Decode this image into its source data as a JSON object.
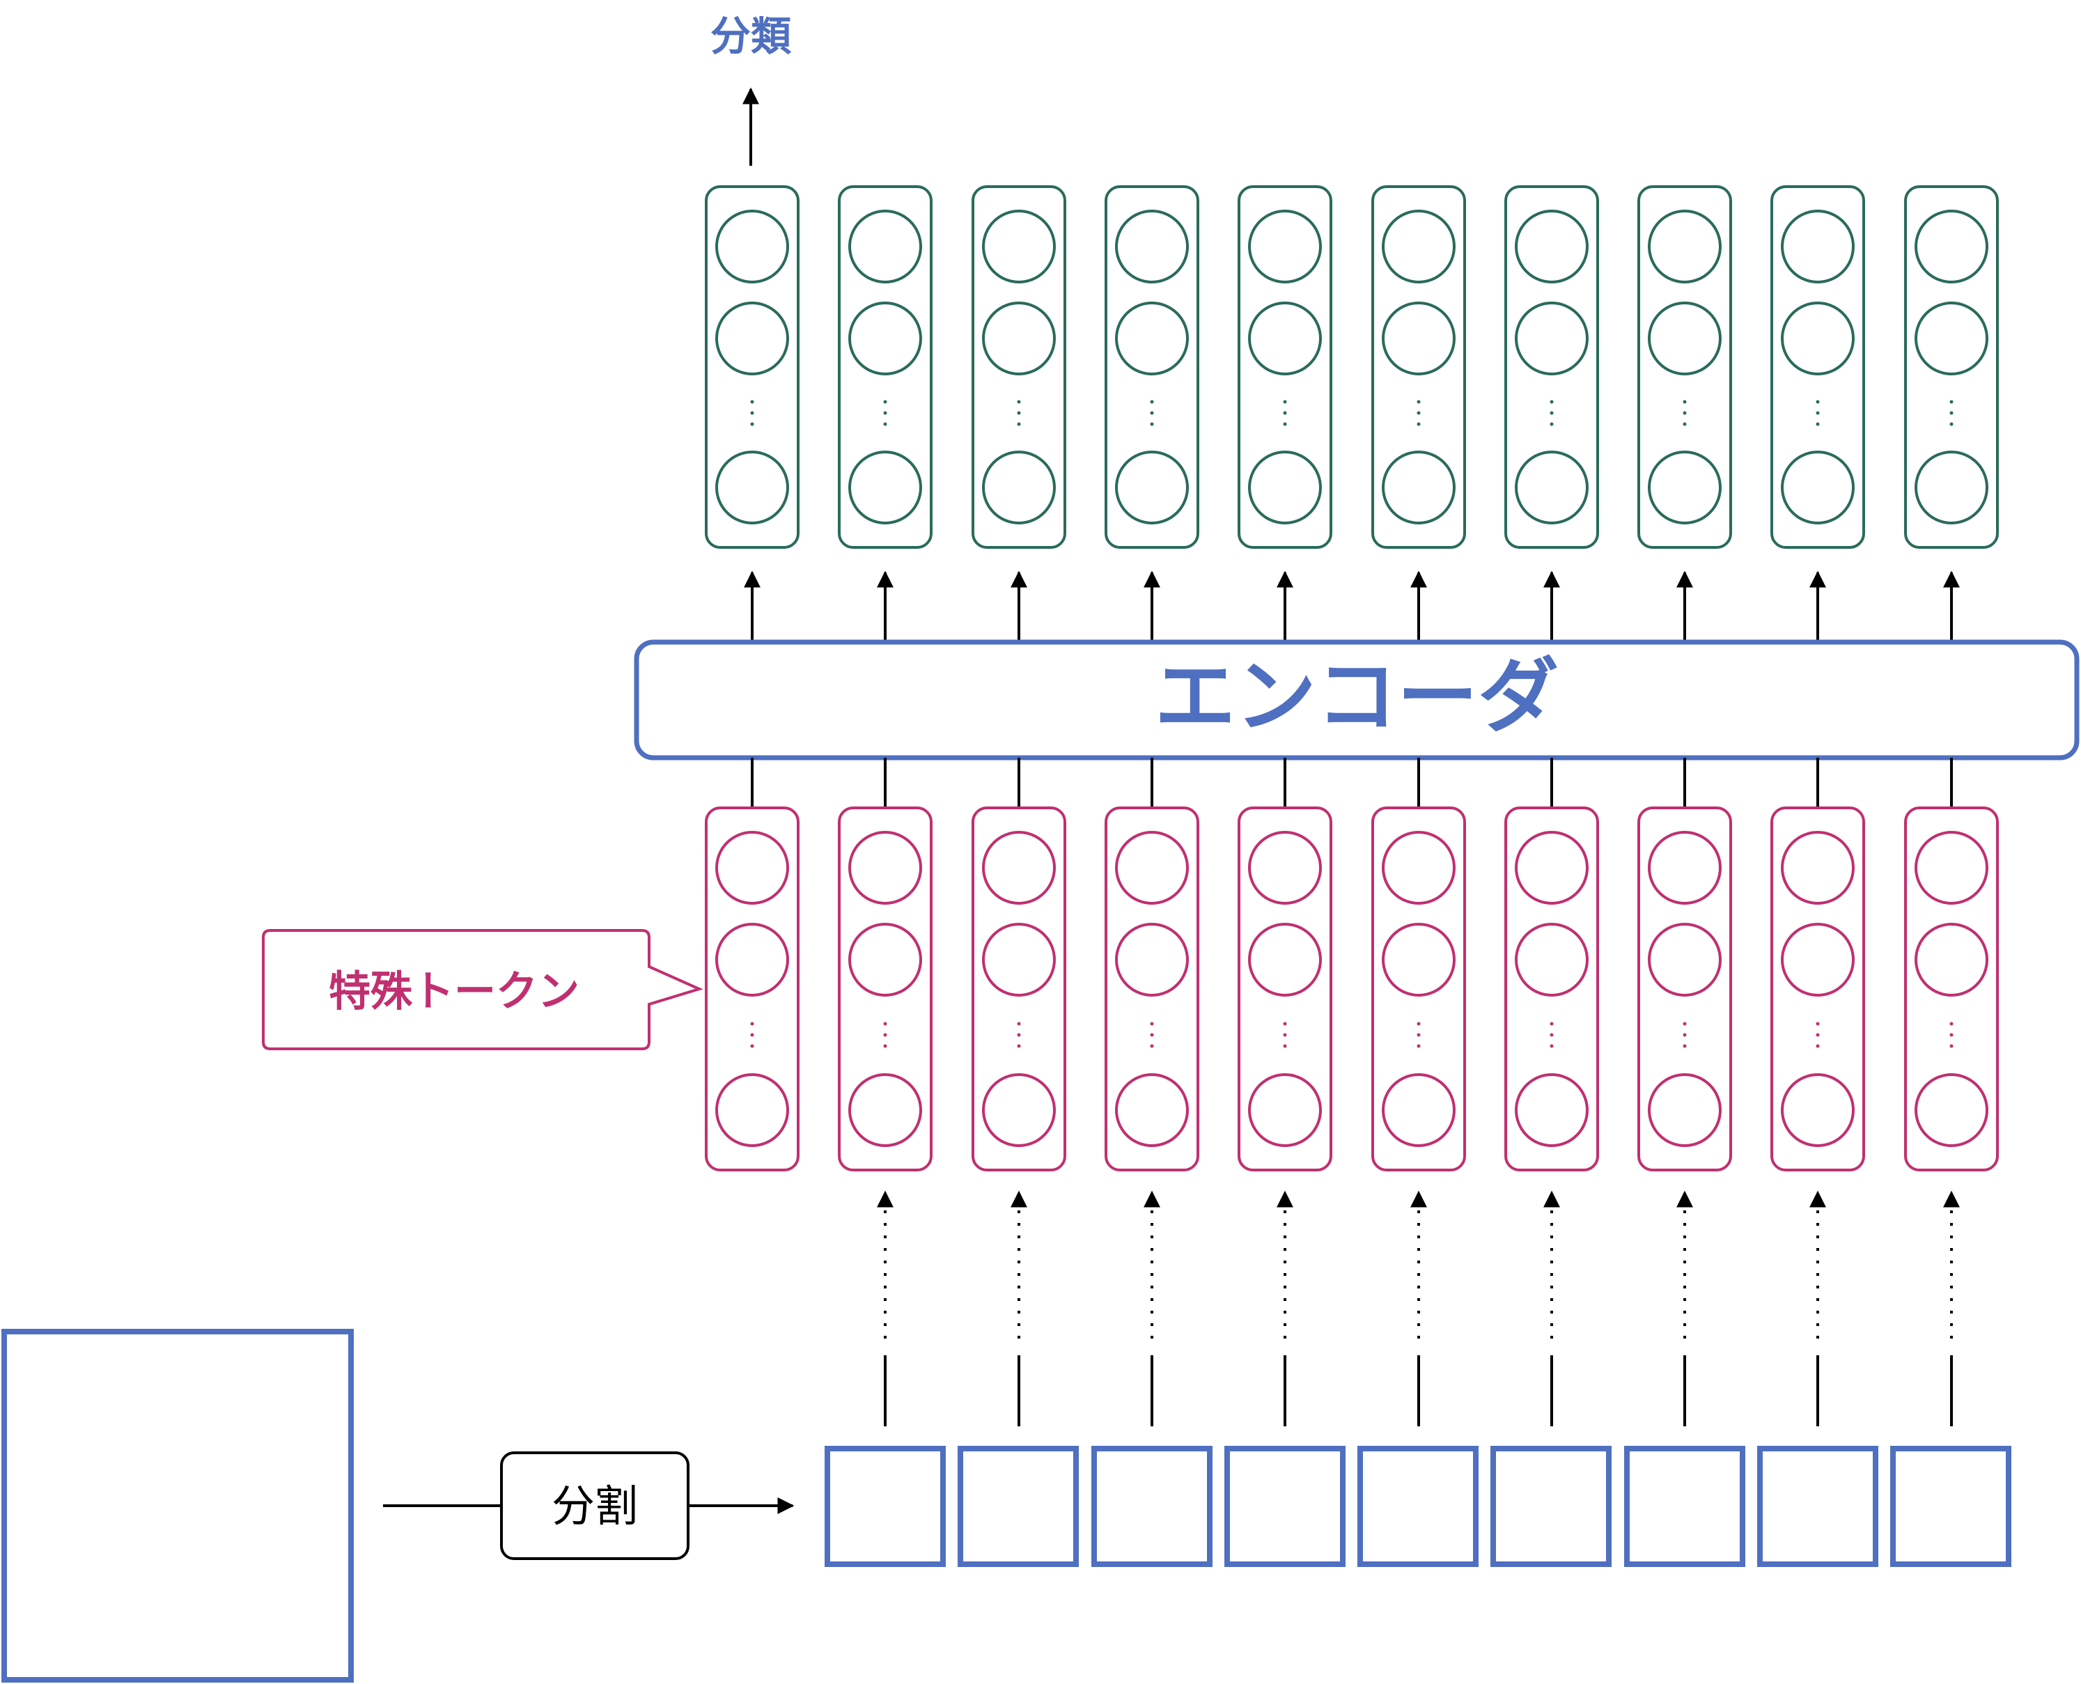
{
  "labels": {
    "classification": "分類",
    "encoder": "エンコーダ",
    "special_token": "特殊トークン",
    "split": "分割"
  },
  "counts": {
    "token_columns": 10,
    "image_patches": 9
  },
  "colors": {
    "blue": "#4f6fc0",
    "green": "#2a6b5b",
    "magenta": "#c03070",
    "black": "#000000"
  }
}
